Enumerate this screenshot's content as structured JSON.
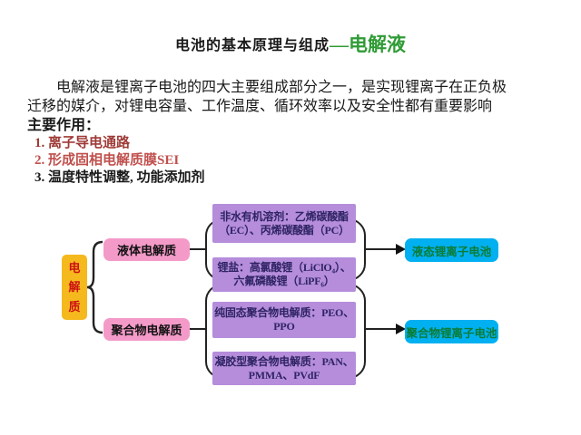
{
  "title": {
    "prefix": "电池的基本原理与组成",
    "highlight": "—电解液",
    "highlight_color": "#2f9b35"
  },
  "intro": {
    "line1": "电解液是锂离子电池的四大主要组成部分之一，是实现锂离子在正负极",
    "line2": "迁移的媒介，对锂电容量、工作温度、循环效率以及安全性都有重要影响",
    "heading": "主要作用："
  },
  "functions": [
    {
      "label": "1. 离子导电通路",
      "color": "#9e3a36"
    },
    {
      "label": "2. 形成固相电解质膜SEI",
      "color": "#c0504d"
    },
    {
      "label": "3. 温度特性调整, 功能添加剂",
      "color": "#1a1a1a"
    }
  ],
  "diagram": {
    "root": {
      "label": "电解质",
      "bg": "#f5b91e",
      "text_color": "#cc1111"
    },
    "branches": [
      {
        "label": "液体电解质"
      },
      {
        "label": "聚合物电解质"
      }
    ],
    "branch_bg": "#f49ac8",
    "details": [
      {
        "line1": "非水有机溶剂：乙烯碳酸酯",
        "line2": "（EC）、丙烯碳酸酯（PC）"
      },
      {
        "line1": "锂盐：高氯酸锂（LiClO₄）、",
        "line2": "六氟磷酸锂（LiPF₆）"
      },
      {
        "line1": "纯固态聚合物电解质：PEO、",
        "line2": "PPO"
      },
      {
        "line1": "凝胶型聚合物电解质：PAN、",
        "line2": "PMMA、PVdF"
      }
    ],
    "detail_bg": "#b58ddb",
    "detail_text_color": "#2f2464",
    "results": [
      {
        "label": "液态锂离子电池"
      },
      {
        "label": "聚合物锂离子电池"
      }
    ],
    "result_bg": "#00b0f0",
    "result_text_color": "#0b7c33",
    "connector_color": "#222222"
  }
}
